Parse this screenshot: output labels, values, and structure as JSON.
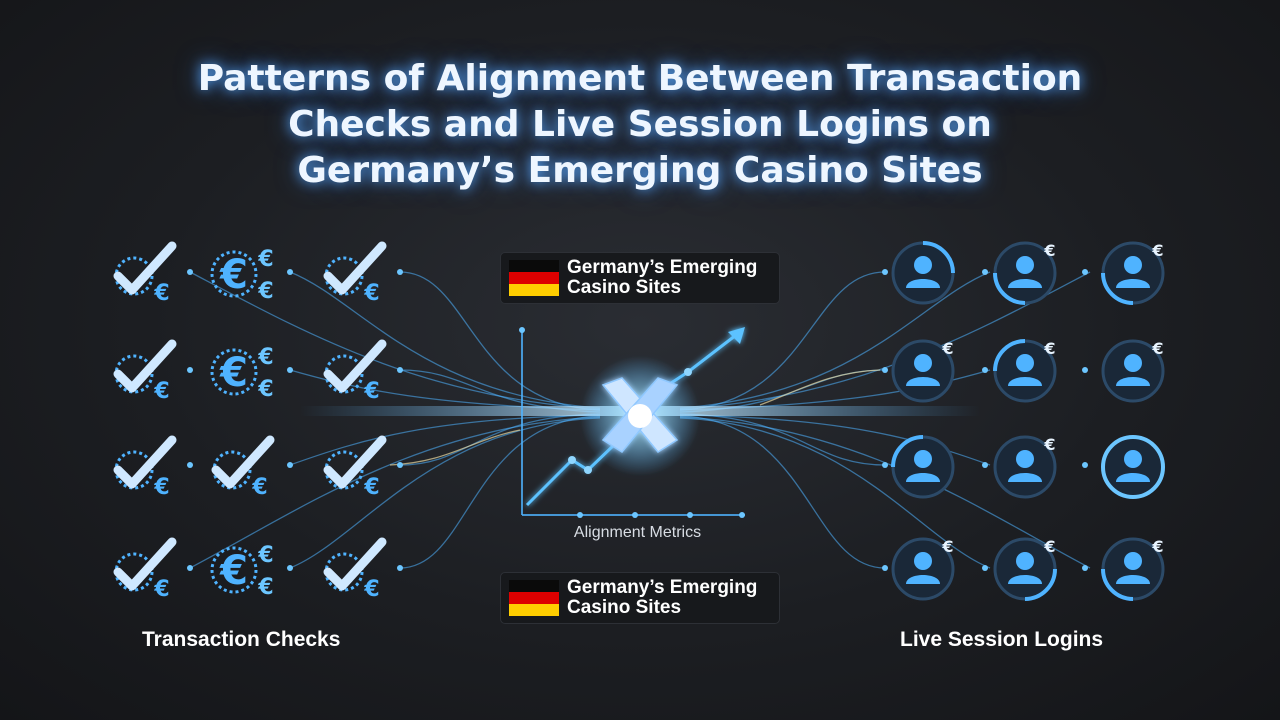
{
  "title": {
    "line1": "Patterns of Alignment Between Transaction",
    "line2": "Checks and Live Session Logins on",
    "line3": "Germany’s Emerging Casino Sites"
  },
  "badge_top": {
    "line1": "Germany’s Emerging",
    "line2": "Casino Sites"
  },
  "badge_bottom": {
    "line1": "Germany’s Emerging",
    "line2": "Casino Sites"
  },
  "center": {
    "metrics_label": "Alignment Metrics"
  },
  "left_label": "Transaction Checks",
  "right_label": "Live Session Logins",
  "icon_glyph": {
    "euro": "€"
  },
  "left_grid": [
    [
      "check-euro-icon",
      "euro-coin-icon",
      "check-euro-icon"
    ],
    [
      "check-euro-icon",
      "euro-coin-icon",
      "check-euro-icon"
    ],
    [
      "check-euro-icon",
      "check-euro-icon",
      "check-euro-icon"
    ],
    [
      "check-euro-icon",
      "euro-coin-icon",
      "check-euro-icon"
    ]
  ],
  "right_grid": [
    [
      "user-ring-icon",
      "user-euro-icon",
      "user-euro-icon"
    ],
    [
      "user-euro-icon",
      "user-euro-icon",
      "user-euro-icon"
    ],
    [
      "user-ring-icon",
      "user-euro-icon",
      "user-ring-icon"
    ],
    [
      "user-euro-icon",
      "user-euro-icon",
      "user-euro-icon"
    ]
  ],
  "colors": {
    "accent": "#4fb3ff",
    "glow": "#9fe0ff",
    "background": "#1c1e22",
    "flag_black": "#0a0a0a",
    "flag_red": "#dd0000",
    "flag_gold": "#ffce00"
  }
}
